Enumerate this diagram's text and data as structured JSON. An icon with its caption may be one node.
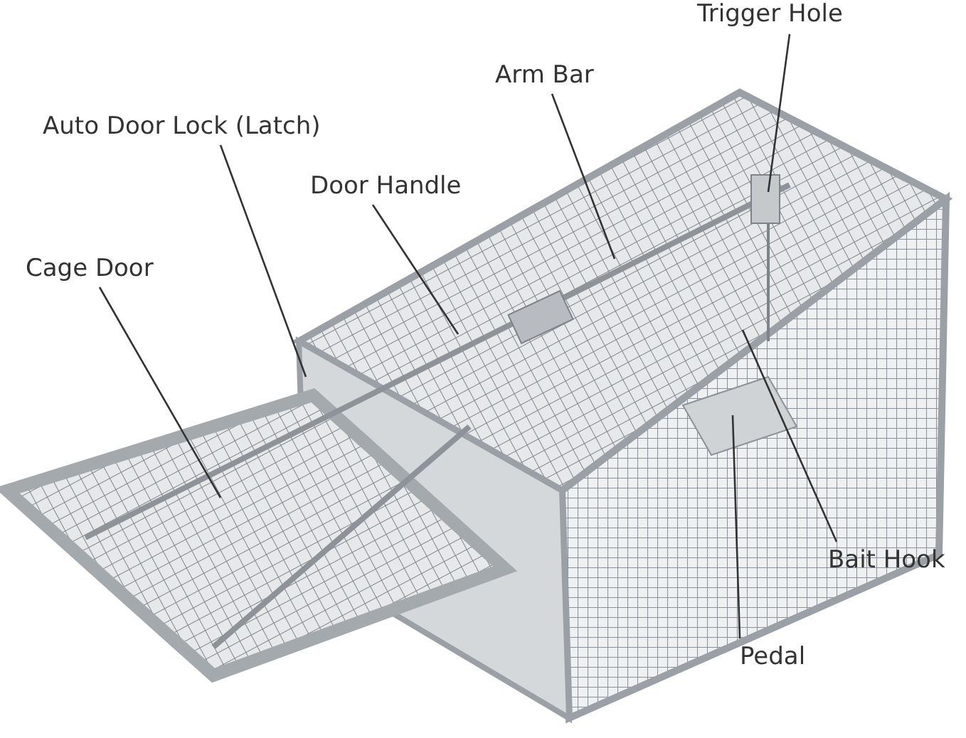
{
  "diagram": {
    "nodes": [
      {
        "text": [
          "Trigger Hole"
        ]
      },
      {
        "text": [
          "Arm Bar"
        ]
      },
      {
        "text": [
          "Auto Door Lock (Latch)"
        ]
      },
      {
        "text": [
          "Door Handle"
        ]
      },
      {
        "text": [
          "Cage Door"
        ]
      },
      {
        "text": [
          "Bait Hook"
        ]
      },
      {
        "text": [
          "Pedal"
        ]
      }
    ],
    "edges": [
      {
        "from": 0,
        "to": null,
        "arrow": "none"
      },
      {
        "from": 1,
        "to": null,
        "arrow": "none"
      },
      {
        "from": 2,
        "to": null,
        "arrow": "none"
      },
      {
        "from": 3,
        "to": null,
        "arrow": "none"
      },
      {
        "from": 4,
        "to": null,
        "arrow": "none"
      },
      {
        "from": 5,
        "to": null,
        "arrow": "none"
      },
      {
        "from": 6,
        "to": null,
        "arrow": "none"
      }
    ]
  }
}
